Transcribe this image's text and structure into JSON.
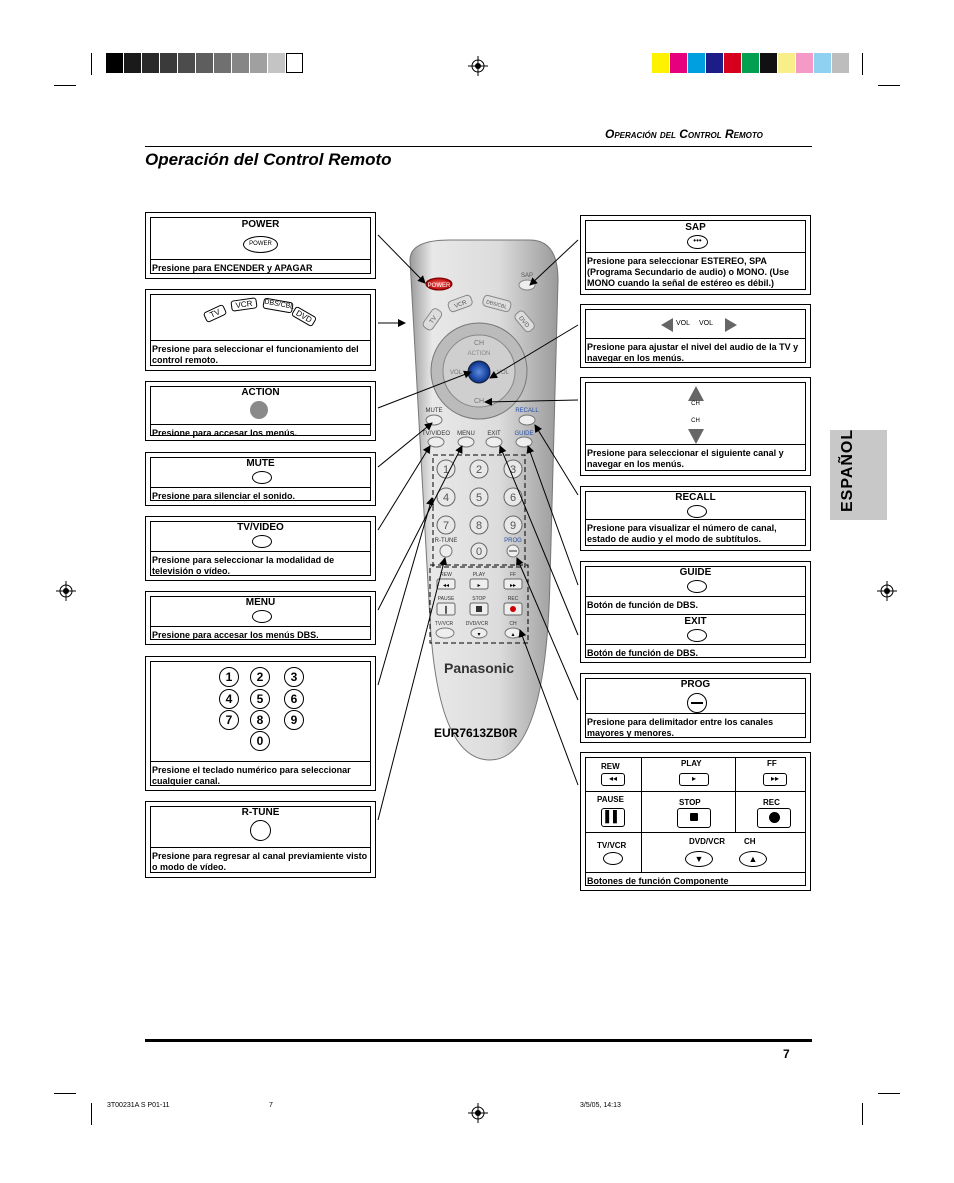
{
  "header": {
    "section_title": "Operación del Control Remoto",
    "page_title": "Operación del Control Remoto"
  },
  "side_tab": {
    "label": "ESPAÑOL"
  },
  "remote": {
    "model": "EUR7613ZB0R",
    "brand": "Panasonic",
    "buttons": {
      "power": "POWER",
      "sap": "SAP",
      "tv": "TV",
      "vcr": "VCR",
      "dbs": "DBS/CBL",
      "dvd": "DVD",
      "ch": "CH",
      "vol": "VOL",
      "action": "ACTION",
      "mute": "MUTE",
      "recall": "RECALL",
      "tvvideo": "TV/VIDEO",
      "menu": "MENU",
      "exit": "EXIT",
      "guide": "GUIDE",
      "rtune": "R-TUNE",
      "prog": "PROG",
      "rew": "REW",
      "play": "PLAY",
      "ff": "FF",
      "pause": "PAUSE",
      "stop": "STOP",
      "rec": "REC",
      "tvvcr": "TV/VCR",
      "dvdvcr": "DVD/VCR"
    }
  },
  "boxes": {
    "power": {
      "label": "POWER",
      "icon_text": "POWER",
      "desc": "Presione para ENCENDER y APAGAR"
    },
    "mode": {
      "tv": "TV",
      "vcr": "VCR",
      "dbs": "DBS/CBL",
      "dvd": "DVD",
      "desc": "Presione para seleccionar el funcionamiento del control remoto."
    },
    "action": {
      "label": "ACTION",
      "desc": "Presione para accesar los menús."
    },
    "mute": {
      "label": "MUTE",
      "desc": "Presione para silenciar el sonido."
    },
    "tvvideo": {
      "label": "TV/VIDEO",
      "desc": "Presione para seleccionar la modalidad de televisión o vídeo."
    },
    "menu": {
      "label": "MENU",
      "desc": "Presione para accesar los menús DBS."
    },
    "keypad": {
      "keys": [
        "1",
        "2",
        "3",
        "4",
        "5",
        "6",
        "7",
        "8",
        "9",
        "0"
      ],
      "desc": "Presione el teclado numérico para seleccionar cualquier canal."
    },
    "rtune": {
      "label": "R-TUNE",
      "desc": "Presione para regresar al canal previamiente visto o modo de vídeo."
    },
    "sap": {
      "label": "SAP",
      "desc": "Presione para seleccionar ESTEREO, SPA (Programa Secundario de audio) o MONO. (Use MONO cuando la señal de estéreo es débil.)"
    },
    "vol": {
      "vol_left": "VOL",
      "vol_right": "VOL",
      "desc": "Presione para ajustar el nivel del audio de la TV y navegar en los menús."
    },
    "ch": {
      "ch_up": "CH",
      "ch_down": "CH",
      "desc": "Presione para seleccionar el siguiente canal y navegar en los menús."
    },
    "recall": {
      "label": "RECALL",
      "desc": "Presione para visualizar el número de canal, estado de audio y el modo de subtítulos."
    },
    "guide": {
      "label": "GUIDE",
      "desc": "Botón de función de DBS."
    },
    "exit": {
      "label": "EXIT",
      "desc": "Botón de función de DBS."
    },
    "prog": {
      "label": "PROG",
      "desc": "Presione para delimitador entre los canales mayores y menores."
    },
    "component": {
      "rew": "REW",
      "play": "PLAY",
      "ff": "FF",
      "pause": "PAUSE",
      "stop": "STOP",
      "rec": "REC",
      "tvvcr": "TV/VCR",
      "dvdvcr": "DVD/VCR",
      "ch": "CH",
      "desc": "Botones de función Componente"
    }
  },
  "footer": {
    "page_number": "7",
    "file": "3T00231A S P01-11",
    "page": "7",
    "date": "3/5/05, 14:13"
  }
}
